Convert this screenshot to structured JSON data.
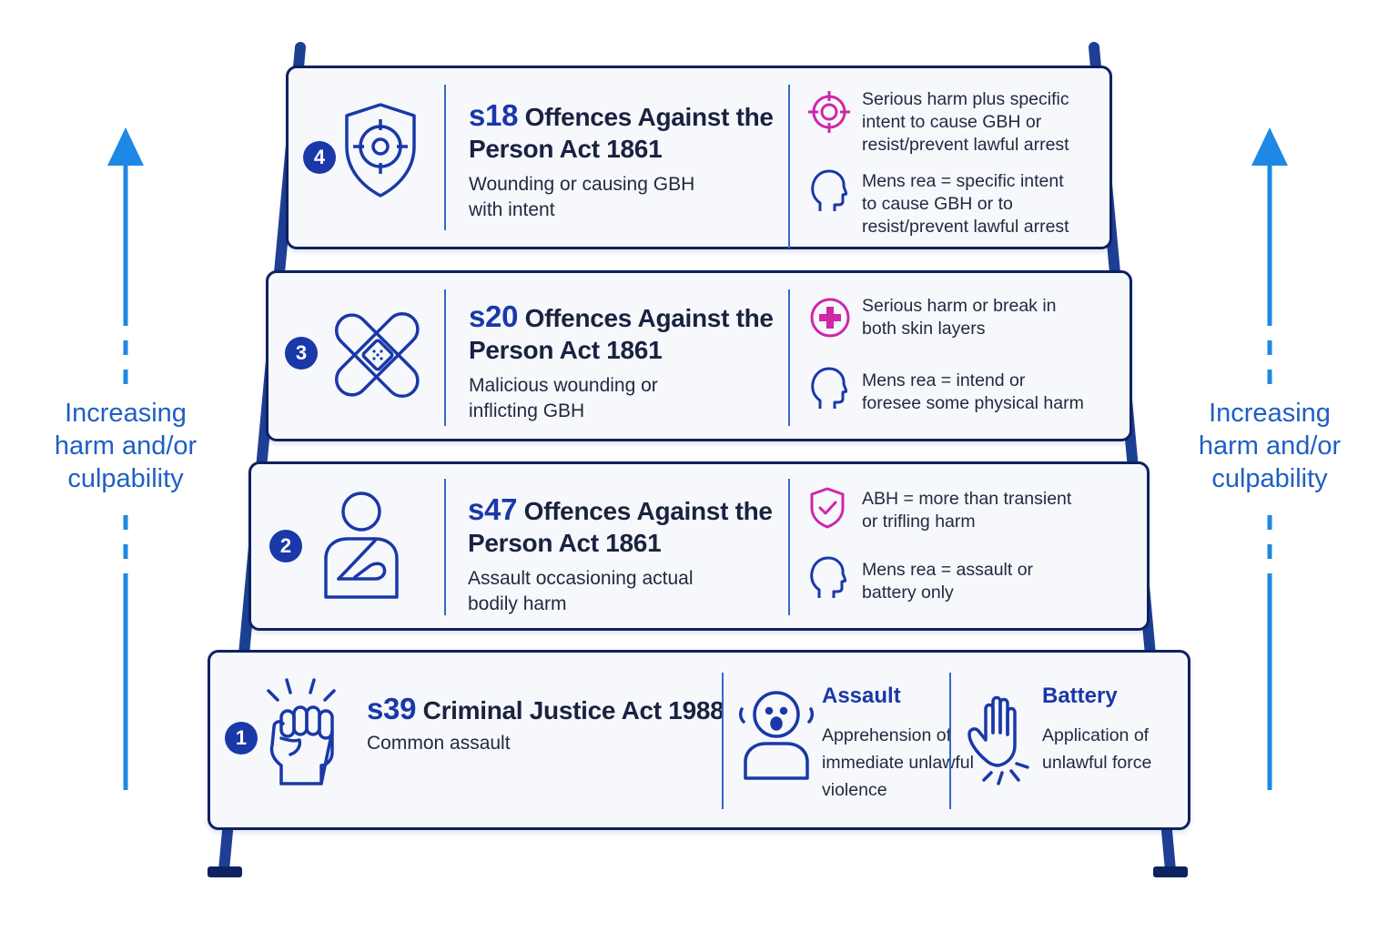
{
  "colors": {
    "frame": "#1d3f94",
    "step_border": "#0d2260",
    "step_fill": "#f6f8fc",
    "accent_blue": "#1a38a8",
    "arrow_blue": "#1e88e5",
    "magenta": "#d026a8",
    "label_blue": "#1f5fc4"
  },
  "side_label": {
    "lines": [
      "Increasing",
      "harm and/or",
      "culpability"
    ]
  },
  "steps": [
    {
      "number": "4",
      "icon": "shield-target-icon",
      "section": "s18",
      "title_rest": "Offences Against the",
      "title_line2": "Person Act 1861",
      "desc_lines": [
        "Wounding or causing GBH",
        "with intent"
      ],
      "harm_icon": "target-icon",
      "harm_lines": [
        "Serious harm plus specific",
        "intent to cause GBH or",
        "resist/prevent lawful arrest"
      ],
      "mens_icon": "head-profile-icon",
      "mens_lines": [
        "Mens rea = specific intent",
        "to cause GBH or to",
        "resist/prevent lawful arrest"
      ]
    },
    {
      "number": "3",
      "icon": "crossed-bandages-icon",
      "section": "s20",
      "title_rest": "Offences Against the",
      "title_line2": "Person Act 1861",
      "desc_lines": [
        "Malicious wounding or",
        "inflicting GBH"
      ],
      "harm_icon": "medical-cross-icon",
      "harm_lines": [
        "Serious harm or break in",
        "both skin layers"
      ],
      "mens_icon": "head-profile-icon",
      "mens_lines": [
        "Mens rea = intend or",
        "foresee some physical harm"
      ]
    },
    {
      "number": "2",
      "icon": "person-arm-sling-icon",
      "section": "s47",
      "title_rest": "Offences Against the",
      "title_line2": "Person Act 1861",
      "desc_lines": [
        "Assault occasioning actual",
        "bodily harm"
      ],
      "harm_icon": "shield-check-icon",
      "harm_lines": [
        "ABH = more than transient",
        "or trifling harm"
      ],
      "mens_icon": "head-profile-icon",
      "mens_lines": [
        "Mens rea = assault or",
        "battery only"
      ]
    }
  ],
  "base": {
    "number": "1",
    "icon": "raised-fist-icon",
    "section": "s39",
    "title_rest": "Criminal Justice Act 1988",
    "desc": "Common assault",
    "assault": {
      "icon": "frightened-person-icon",
      "heading": "Assault",
      "lines": [
        "Apprehension of",
        "immediate unlawful",
        "violence"
      ]
    },
    "battery": {
      "icon": "open-hand-icon",
      "heading": "Battery",
      "lines": [
        "Application of",
        "unlawful force"
      ]
    }
  }
}
